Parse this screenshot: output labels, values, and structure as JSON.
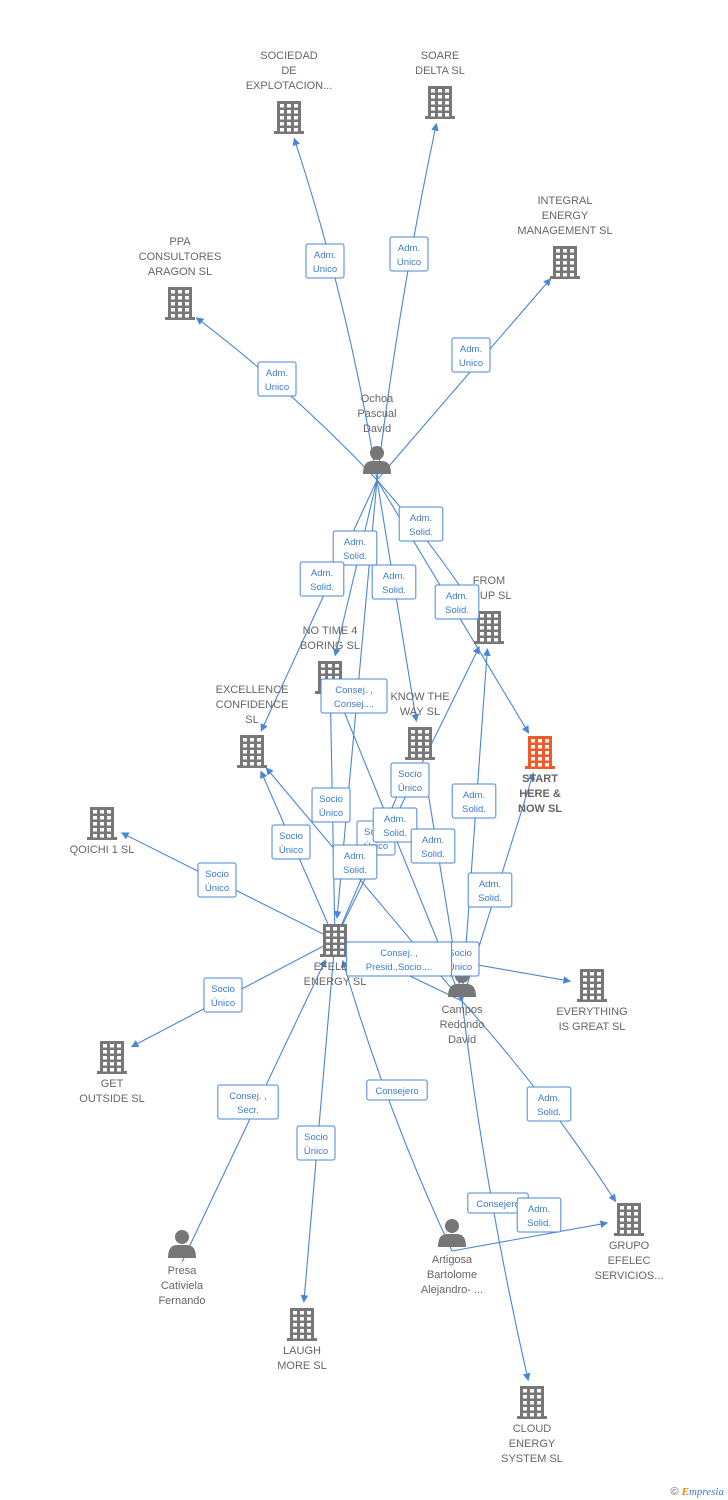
{
  "colors": {
    "edge": "#4a86d4",
    "company": "#777777",
    "person": "#777777",
    "highlight": "#f05a28"
  },
  "nodes": [
    {
      "id": "sociedad",
      "kind": "company",
      "label": [
        "SOCIEDAD",
        "DE",
        "EXPLOTACION..."
      ]
    },
    {
      "id": "soare",
      "kind": "company",
      "label": [
        "SOARE",
        "DELTA SL"
      ]
    },
    {
      "id": "integral",
      "kind": "company",
      "label": [
        "INTEGRAL",
        "ENERGY",
        "MANAGEMENT SL"
      ]
    },
    {
      "id": "ppa",
      "kind": "company",
      "label": [
        "PPA",
        "CONSULTORES",
        "ARAGON  SL"
      ]
    },
    {
      "id": "ochoa",
      "kind": "person",
      "label": [
        "Ochoa",
        "Pascual",
        "David"
      ]
    },
    {
      "id": "from",
      "kind": "company",
      "label": [
        "FROM",
        "W UP  SL"
      ]
    },
    {
      "id": "notime",
      "kind": "company",
      "label": [
        "NO TIME 4",
        "BORING  SL"
      ]
    },
    {
      "id": "excellence",
      "kind": "company",
      "label": [
        "EXCELLENCE",
        "CONFIDENCE",
        "SL"
      ]
    },
    {
      "id": "knowway",
      "kind": "company",
      "label": [
        "KNOW THE",
        "WAY  SL"
      ]
    },
    {
      "id": "start",
      "kind": "highlight",
      "label": [
        "START",
        "HERE &",
        "NOW  SL"
      ]
    },
    {
      "id": "qoichi",
      "kind": "company",
      "label": [
        "QOICHI 1  SL"
      ]
    },
    {
      "id": "efelec",
      "kind": "company",
      "label": [
        "EFELEC",
        "ENERGY  SL"
      ]
    },
    {
      "id": "campos",
      "kind": "person",
      "label": [
        "Campos",
        "Redondo",
        "David"
      ]
    },
    {
      "id": "everything",
      "kind": "company",
      "label": [
        "EVERYTHING",
        "IS GREAT  SL"
      ]
    },
    {
      "id": "getoutside",
      "kind": "company",
      "label": [
        "GET",
        "OUTSIDE  SL"
      ]
    },
    {
      "id": "presa",
      "kind": "person",
      "label": [
        "Presa",
        "Cativiela",
        "Fernando"
      ]
    },
    {
      "id": "artigosa",
      "kind": "person",
      "label": [
        "Artigosa",
        "Bartolome",
        "Alejandro- ..."
      ]
    },
    {
      "id": "grupo",
      "kind": "company",
      "label": [
        "GRUPO",
        "EFELEC",
        "SERVICIOS..."
      ]
    },
    {
      "id": "laugh",
      "kind": "company",
      "label": [
        "LAUGH",
        "MORE  SL"
      ]
    },
    {
      "id": "cloud",
      "kind": "company",
      "label": [
        "CLOUD",
        "ENERGY",
        "SYSTEM  SL"
      ]
    }
  ],
  "edges": [
    {
      "from": "ochoa",
      "to": "sociedad",
      "label": [
        "Adm.",
        "Unico"
      ]
    },
    {
      "from": "ochoa",
      "to": "soare",
      "label": [
        "Adm.",
        "Unico"
      ]
    },
    {
      "from": "ochoa",
      "to": "integral",
      "label": [
        "Adm.",
        "Unico"
      ]
    },
    {
      "from": "ochoa",
      "to": "ppa",
      "label": [
        "Adm.",
        "Unico"
      ]
    },
    {
      "from": "ochoa",
      "to": "from",
      "label": [
        "Adm.",
        "Solid."
      ]
    },
    {
      "from": "ochoa",
      "to": "notime",
      "label": [
        "Adm.",
        "Solid."
      ]
    },
    {
      "from": "ochoa",
      "to": "excellence",
      "label": [
        "Adm.",
        "Solid."
      ]
    },
    {
      "from": "ochoa",
      "to": "knowway",
      "label": [
        "Adm.",
        "Solid."
      ]
    },
    {
      "from": "ochoa",
      "to": "start",
      "label": [
        "Adm.",
        "Solid."
      ]
    },
    {
      "from": "ochoa",
      "to": "efelec",
      "label": [
        "Consej. ,",
        "Consej...."
      ]
    },
    {
      "from": "efelec",
      "to": "qoichi",
      "label": [
        "Socio",
        "Único"
      ]
    },
    {
      "from": "efelec",
      "to": "excellence",
      "label": [
        "Socio",
        "Único"
      ]
    },
    {
      "from": "efelec",
      "to": "notime",
      "label": [
        "Socio",
        "Único"
      ]
    },
    {
      "from": "efelec",
      "to": "knowway",
      "label": [
        "Socio",
        "Único"
      ]
    },
    {
      "from": "efelec",
      "to": "from",
      "label": [
        "Socio",
        "Único"
      ]
    },
    {
      "from": "efelec",
      "to": "getoutside",
      "label": [
        "Socio",
        "Único"
      ]
    },
    {
      "from": "efelec",
      "to": "laugh",
      "label": [
        "Socio",
        "Único"
      ]
    },
    {
      "from": "efelec",
      "to": "everything",
      "label": [
        "Socio",
        "Único"
      ]
    },
    {
      "from": "campos",
      "to": "efelec",
      "label": [
        "Consej. ,",
        "Presid.,Socio...."
      ]
    },
    {
      "from": "campos",
      "to": "excellence",
      "label": [
        "Adm.",
        "Solid."
      ]
    },
    {
      "from": "campos",
      "to": "notime",
      "label": [
        "Adm.",
        "Solid."
      ]
    },
    {
      "from": "campos",
      "to": "knowway",
      "label": [
        "Adm.",
        "Solid."
      ]
    },
    {
      "from": "campos",
      "to": "from",
      "label": [
        "Adm.",
        "Solid."
      ]
    },
    {
      "from": "campos",
      "to": "start",
      "label": [
        "Adm.",
        "Solid."
      ]
    },
    {
      "from": "campos",
      "to": "grupo",
      "label": [
        "Adm.",
        "Solid."
      ]
    },
    {
      "from": "campos",
      "to": "cloud",
      "label": [
        "Consejero"
      ]
    },
    {
      "from": "presa",
      "to": "efelec",
      "label": [
        "Consej. ,",
        "Secr."
      ]
    },
    {
      "from": "artigosa",
      "to": "efelec",
      "label": [
        "Consejero"
      ]
    },
    {
      "from": "artigosa",
      "to": "grupo",
      "label": [
        "Adm.",
        "Solid."
      ]
    }
  ],
  "footer": {
    "copyright": "©",
    "brand_initial": "E",
    "brand_rest": "mpresia"
  }
}
